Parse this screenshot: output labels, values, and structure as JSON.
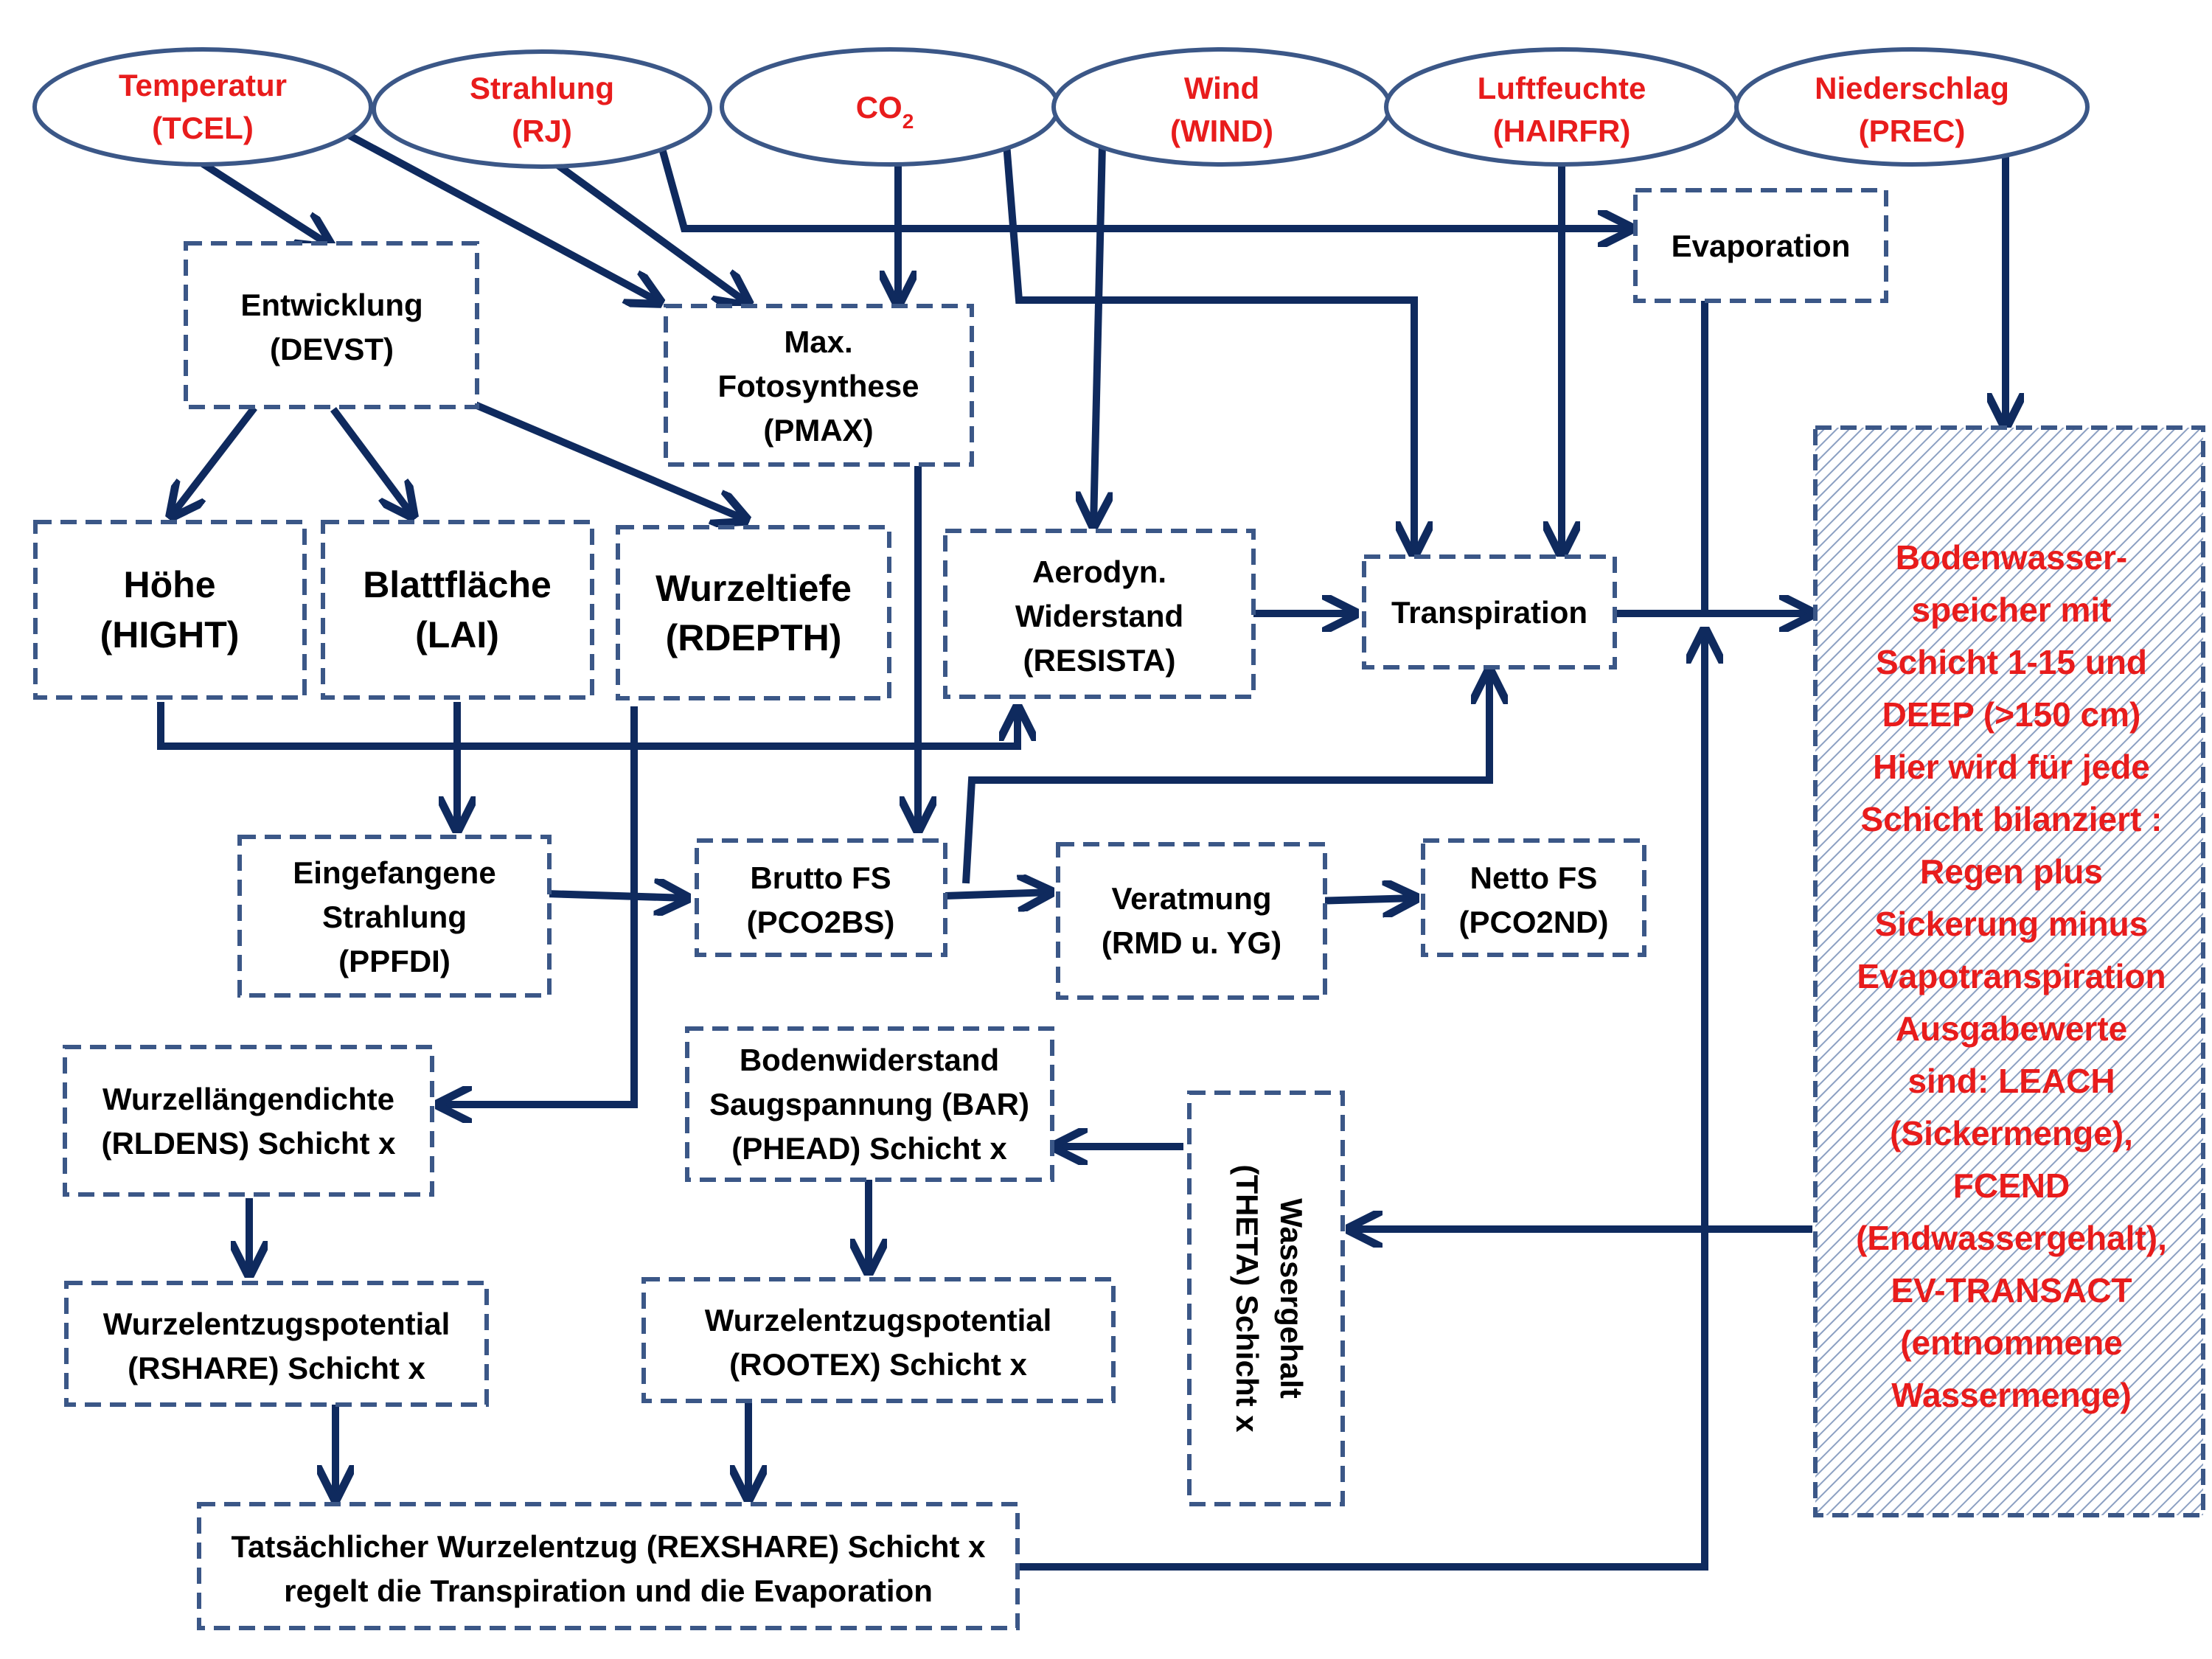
{
  "colors": {
    "box_border": "#3b5787",
    "arrow": "#0f2a5e",
    "input_text": "#e81c1c",
    "text": "#000000"
  },
  "inputs": {
    "temperature": {
      "line1": "Temperatur",
      "line2": "(TCEL)"
    },
    "radiation": {
      "line1": "Strahlung",
      "line2": "(RJ)"
    },
    "co2": {
      "label": "CO",
      "subscript": "2"
    },
    "wind": {
      "line1": "Wind",
      "line2": "(WIND)"
    },
    "humidity": {
      "line1": "Luftfeuchte",
      "line2": "(HAIRFR)"
    },
    "precipitation": {
      "line1": "Niederschlag",
      "line2": "(PREC)"
    }
  },
  "nodes": {
    "evaporation": {
      "line1": "Evaporation"
    },
    "development": {
      "line1": "Entwicklung",
      "line2": "(DEVST)"
    },
    "max_photosynthesis": {
      "line1": "Max.",
      "line2": "Fotosynthese",
      "line3": "(PMAX)"
    },
    "height": {
      "line1": "Höhe",
      "line2": "(HIGHT)"
    },
    "leaf_area": {
      "line1": "Blattfläche",
      "line2": "(LAI)"
    },
    "root_depth": {
      "line1": "Wurzeltiefe",
      "line2": "(RDEPTH)"
    },
    "aerodynamic_resistance": {
      "line1": "Aerodyn.",
      "line2": "Widerstand",
      "line3": "(RESISTA)"
    },
    "transpiration": {
      "line1": "Transpiration"
    },
    "intercepted_radiation": {
      "line1": "Eingefangene",
      "line2": "Strahlung",
      "line3": "(PPFDI)"
    },
    "gross_photosynthesis": {
      "line1": "Brutto FS",
      "line2": "(PCO2BS)"
    },
    "respiration": {
      "line1": "Veratmung",
      "line2": "(RMD u. YG)"
    },
    "net_photosynthesis": {
      "line1": "Netto FS",
      "line2": "(PCO2ND)"
    },
    "root_length_density": {
      "line1": "Wurzellängendichte",
      "line2": "(RLDENS) Schicht x"
    },
    "soil_resistance": {
      "line1": "Bodenwiderstand",
      "line2": "Saugspannung (BAR)",
      "line3": "(PHEAD) Schicht x"
    },
    "root_uptake_potential_rshare": {
      "line1": "Wurzelentzugspotential",
      "line2": "(RSHARE) Schicht x"
    },
    "root_uptake_potential_rootex": {
      "line1": "Wurzelentzugspotential",
      "line2": "(ROOTEX) Schicht x"
    },
    "water_content": {
      "line1": "Wassergehalt",
      "line2": "(THETA) Schicht x"
    },
    "actual_root_uptake": {
      "line1": "Tatsächlicher Wurzelentzug (REXSHARE) Schicht x",
      "line2": "regelt die Transpiration und die Evaporation"
    }
  },
  "soil_storage": {
    "lines": [
      "Bodenwasser-",
      "speicher mit",
      "Schicht 1-15 und",
      "DEEP (>150 cm)",
      "Hier wird für jede",
      "Schicht bilanziert :",
      "Regen plus",
      "Sickerung minus",
      "Evapotranspiration",
      "Ausgabewerte",
      "sind: LEACH",
      "(Sickermenge),",
      "FCEND",
      "(Endwassergehalt),",
      "EV-TRANSACT",
      "(entnommene",
      "Wassermenge)"
    ]
  }
}
